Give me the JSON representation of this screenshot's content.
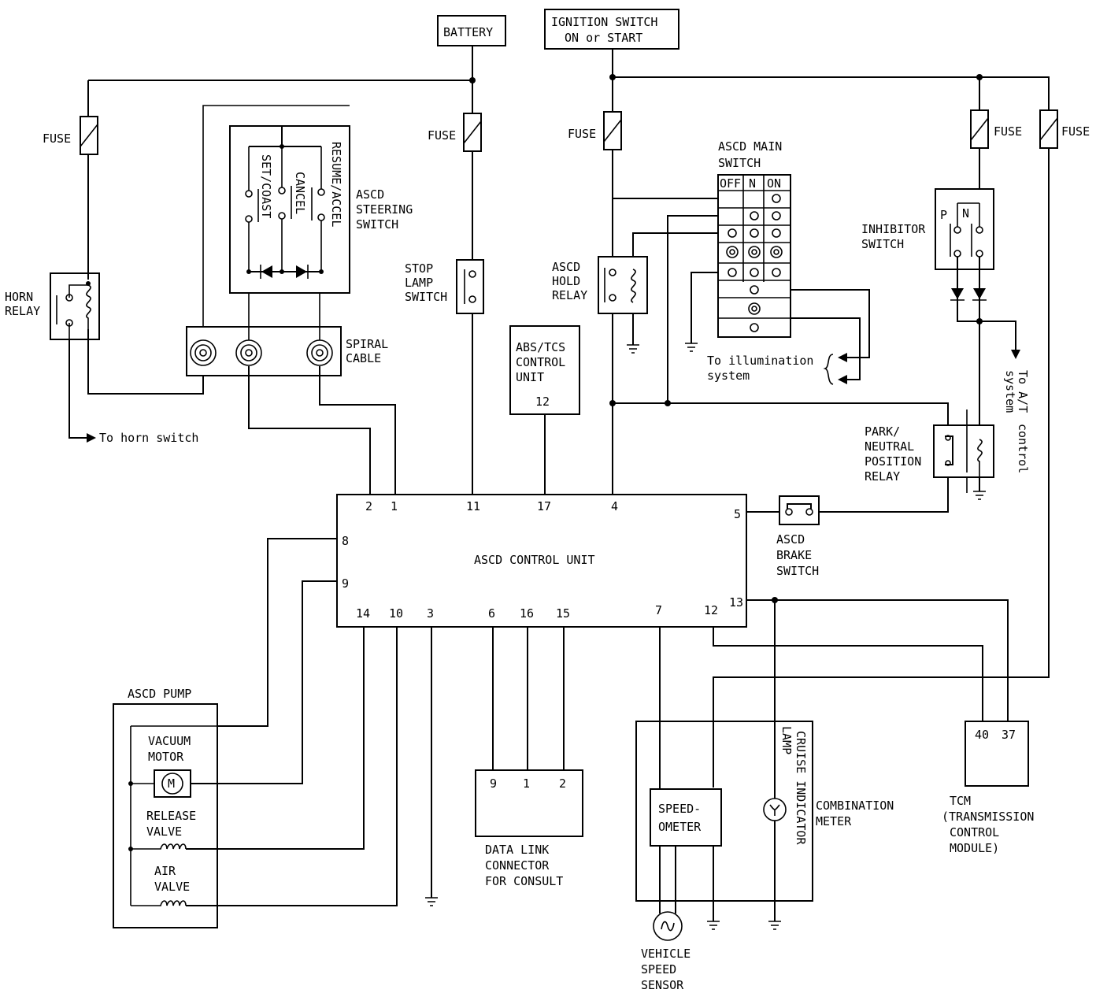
{
  "labels": {
    "battery": "BATTERY",
    "ignition_1": "IGNITION SWITCH",
    "ignition_2": "ON or START",
    "fuse": "FUSE",
    "asco_steering_1": "ASCD",
    "asco_steering_2": "STEERING",
    "asco_steering_3": "SWITCH",
    "set_coast": "SET/COAST",
    "cancel": "CANCEL",
    "resume_accel": "RESUME/ACCEL",
    "horn_relay_1": "HORN",
    "horn_relay_2": "RELAY",
    "spiral_1": "SPIRAL",
    "spiral_2": "CABLE",
    "to_horn_switch": "To horn switch",
    "stop_lamp_1": "STOP",
    "stop_lamp_2": "LAMP",
    "stop_lamp_3": "SWITCH",
    "abs_1": "ABS/TCS",
    "abs_2": "CONTROL",
    "abs_3": "UNIT",
    "abs_pin": "12",
    "hold_relay_1": "ASCD",
    "hold_relay_2": "HOLD",
    "hold_relay_3": "RELAY",
    "main_switch_1": "ASCD MAIN",
    "main_switch_2": "SWITCH",
    "ms_off": "OFF",
    "ms_n": "N",
    "ms_on": "ON",
    "illum_1": "To illumination",
    "illum_2": "system",
    "inhibitor_1": "INHIBITOR",
    "inhibitor_2": "SWITCH",
    "inh_p": "P",
    "inh_n": "N",
    "at_1": "To A/T",
    "at_2": "system",
    "at_3": "control",
    "park_1": "PARK/",
    "park_2": "NEUTRAL",
    "park_3": "POSITION",
    "park_4": "RELAY",
    "brake_1": "ASCD",
    "brake_2": "BRAKE",
    "brake_3": "SWITCH",
    "control_unit": "ASCD CONTROL UNIT",
    "pump_title": "ASCD PUMP",
    "vacuum_1": "VACUUM",
    "vacuum_2": "MOTOR",
    "motor_m": "M",
    "release_1": "RELEASE",
    "release_2": "VALVE",
    "air_1": "AIR",
    "air_2": "VALVE",
    "dlc_1": "DATA LINK",
    "dlc_2": "CONNECTOR",
    "dlc_3": "FOR CONSULT",
    "speedo_1": "SPEED-",
    "speedo_2": "OMETER",
    "cruise_1": "CRUISE INDICATOR",
    "cruise_2": "LAMP",
    "combo_1": "COMBINATION",
    "combo_2": "METER",
    "vss_1": "VEHICLE",
    "vss_2": "SPEED",
    "vss_3": "SENSOR",
    "tcm_40": "40",
    "tcm_37": "37",
    "tcm_1": "TCM",
    "tcm_2": "(TRANSMISSION",
    "tcm_3": "CONTROL",
    "tcm_4": "MODULE)"
  },
  "pins": {
    "p2": "2",
    "p1": "1",
    "p11": "11",
    "p17": "17",
    "p4": "4",
    "p5": "5",
    "p8": "8",
    "p9": "9",
    "p14": "14",
    "p10": "10",
    "p3": "3",
    "p6": "6",
    "p16": "16",
    "p15": "15",
    "p7": "7",
    "p12": "12",
    "p13": "13",
    "d9": "9",
    "d1": "1",
    "d2": "2"
  }
}
